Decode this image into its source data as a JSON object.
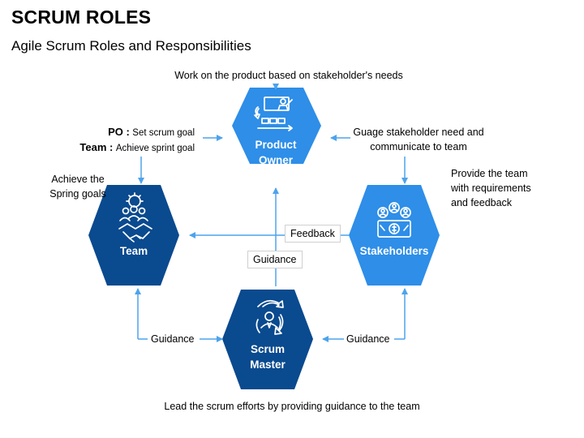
{
  "header": {
    "title": "SCRUM ROLES",
    "subtitle": "Agile Scrum Roles and Responsibilities"
  },
  "nodes": {
    "product_owner": {
      "line1": "Product",
      "line2": "Owner",
      "color": "#2e8ee8"
    },
    "team": {
      "label": "Team",
      "color": "#0a4a8f"
    },
    "stakeholders": {
      "label": "Stakeholders",
      "color": "#2e8ee8"
    },
    "scrum_master": {
      "line1": "Scrum",
      "line2": "Master",
      "color": "#0a4a8f"
    }
  },
  "annotations": {
    "top": "Work on the product based on stakeholder's needs",
    "po_role": "PO :",
    "po_text": "Set scrum goal",
    "team_role": "Team :",
    "team_text": "Achieve sprint goal",
    "team_left_1": "Achieve the",
    "team_left_2": "Spring goals",
    "po_right_1": "Guage stakeholder need and",
    "po_right_2": "communicate to team",
    "stake_right_1": "Provide the team",
    "stake_right_2": "with requirements",
    "stake_right_3": "and feedback",
    "feedback": "Feedback",
    "guidance_center": "Guidance",
    "guidance_left": "Guidance",
    "guidance_right": "Guidance",
    "bottom": "Lead the scrum efforts by providing guidance to the team"
  },
  "icons": {
    "product_owner": "presenter-icon",
    "team": "team-handshake-icon",
    "stakeholders": "stakeholders-icon",
    "scrum_master": "scrum-master-icon"
  },
  "colors": {
    "arrow": "#4da3ec",
    "light_blue": "#2e8ee8",
    "dark_blue": "#0a4a8f"
  }
}
